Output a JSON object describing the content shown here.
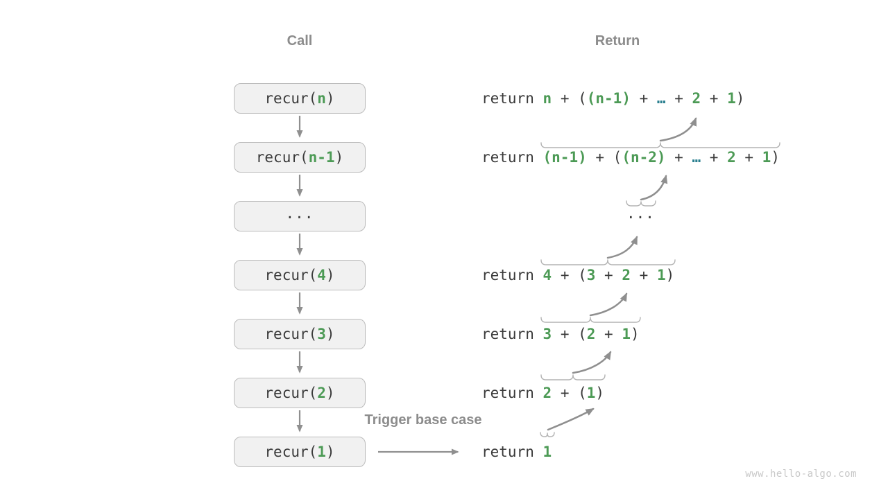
{
  "headers": {
    "call": "Call",
    "return": "Return"
  },
  "trigger_label": "Trigger base case",
  "watermark": "www.hello-algo.com",
  "icons": {
    "down_arrow": "call-stack-descend-arrow",
    "curved_arrow": "return-pass-up-arrow",
    "overbrace": "result-group-brace",
    "trigger_arrow": "base-case-arrow"
  },
  "colors": {
    "green": "#4c9a55",
    "teal": "#2a7f8f",
    "code": "#3a3a3a",
    "graylabel": "#8c8c8c",
    "arrow": "#8f8f8f",
    "brace": "#b3b3b3",
    "boxfill": "#f1f1f1",
    "boxborder": "#bcbcbc",
    "watermark": "#c8c8c8"
  },
  "call_boxes": [
    {
      "segments": [
        {
          "t": "recur(",
          "s": "code"
        },
        {
          "t": "n",
          "s": "green"
        },
        {
          "t": ")",
          "s": "code"
        }
      ]
    },
    {
      "segments": [
        {
          "t": "recur(",
          "s": "code"
        },
        {
          "t": "n-1",
          "s": "green"
        },
        {
          "t": ")",
          "s": "code"
        }
      ]
    },
    {
      "ellipsis": true,
      "segments": [
        {
          "t": "...",
          "s": "code"
        }
      ]
    },
    {
      "segments": [
        {
          "t": "recur(",
          "s": "code"
        },
        {
          "t": "4",
          "s": "green"
        },
        {
          "t": ")",
          "s": "code"
        }
      ]
    },
    {
      "segments": [
        {
          "t": "recur(",
          "s": "code"
        },
        {
          "t": "3",
          "s": "green"
        },
        {
          "t": ")",
          "s": "code"
        }
      ]
    },
    {
      "segments": [
        {
          "t": "recur(",
          "s": "code"
        },
        {
          "t": "2",
          "s": "green"
        },
        {
          "t": ")",
          "s": "code"
        }
      ]
    },
    {
      "segments": [
        {
          "t": "recur(",
          "s": "code"
        },
        {
          "t": "1",
          "s": "green"
        },
        {
          "t": ")",
          "s": "code"
        }
      ]
    }
  ],
  "return_rows": [
    {
      "segments": [
        {
          "t": "return ",
          "s": "code"
        },
        {
          "t": "n",
          "s": "green"
        },
        {
          "t": " + (",
          "s": "code"
        },
        {
          "t": "(n-1)",
          "s": "green"
        },
        {
          "t": " + ",
          "s": "code"
        },
        {
          "t": "…",
          "s": "teal"
        },
        {
          "t": " + ",
          "s": "code"
        },
        {
          "t": "2",
          "s": "green"
        },
        {
          "t": " + ",
          "s": "code"
        },
        {
          "t": "1",
          "s": "green"
        },
        {
          "t": ")",
          "s": "code"
        }
      ]
    },
    {
      "segments": [
        {
          "t": "return ",
          "s": "code"
        },
        {
          "t": "(n-1)",
          "s": "green"
        },
        {
          "t": " + (",
          "s": "code"
        },
        {
          "t": "(n-2)",
          "s": "green"
        },
        {
          "t": " + ",
          "s": "code"
        },
        {
          "t": "…",
          "s": "teal"
        },
        {
          "t": " + ",
          "s": "code"
        },
        {
          "t": "2",
          "s": "green"
        },
        {
          "t": " + ",
          "s": "code"
        },
        {
          "t": "1",
          "s": "green"
        },
        {
          "t": ")",
          "s": "code"
        }
      ]
    },
    {
      "ellipsis": true,
      "segments": [
        {
          "t": "...",
          "s": "code"
        }
      ]
    },
    {
      "segments": [
        {
          "t": "return ",
          "s": "code"
        },
        {
          "t": "4",
          "s": "green"
        },
        {
          "t": " + (",
          "s": "code"
        },
        {
          "t": "3",
          "s": "green"
        },
        {
          "t": " + ",
          "s": "code"
        },
        {
          "t": "2",
          "s": "green"
        },
        {
          "t": " + ",
          "s": "code"
        },
        {
          "t": "1",
          "s": "green"
        },
        {
          "t": ")",
          "s": "code"
        }
      ]
    },
    {
      "segments": [
        {
          "t": "return ",
          "s": "code"
        },
        {
          "t": "3",
          "s": "green"
        },
        {
          "t": " + (",
          "s": "code"
        },
        {
          "t": "2",
          "s": "green"
        },
        {
          "t": " + ",
          "s": "code"
        },
        {
          "t": "1",
          "s": "green"
        },
        {
          "t": ")",
          "s": "code"
        }
      ]
    },
    {
      "segments": [
        {
          "t": "return ",
          "s": "code"
        },
        {
          "t": "2",
          "s": "green"
        },
        {
          "t": " + (",
          "s": "code"
        },
        {
          "t": "1",
          "s": "green"
        },
        {
          "t": ")",
          "s": "code"
        }
      ]
    },
    {
      "segments": [
        {
          "t": "return ",
          "s": "code"
        },
        {
          "t": "1",
          "s": "green"
        }
      ]
    }
  ]
}
